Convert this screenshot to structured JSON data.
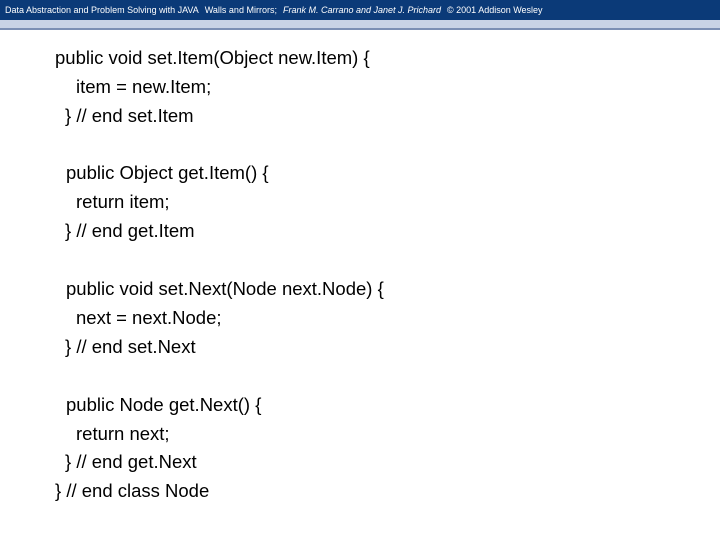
{
  "header": {
    "book_title": "Data Abstraction and Problem Solving with JAVA",
    "series": "Walls and Mirrors;",
    "authors": "Frank M. Carrano and Janet J. Prichard",
    "copyright": "© 2001 Addison Wesley"
  },
  "code": {
    "lines": [
      "public void set.Item(Object new.Item) {",
      "item = new.Item;",
      "} // end set.Item",
      "public Object get.Item() {",
      "return item;",
      "} // end get.Item",
      "public void set.Next(Node next.Node) {",
      "next = next.Node;",
      "} // end set.Next",
      "public Node get.Next() {",
      "return next;",
      "} // end get.Next",
      "} // end class Node"
    ]
  }
}
